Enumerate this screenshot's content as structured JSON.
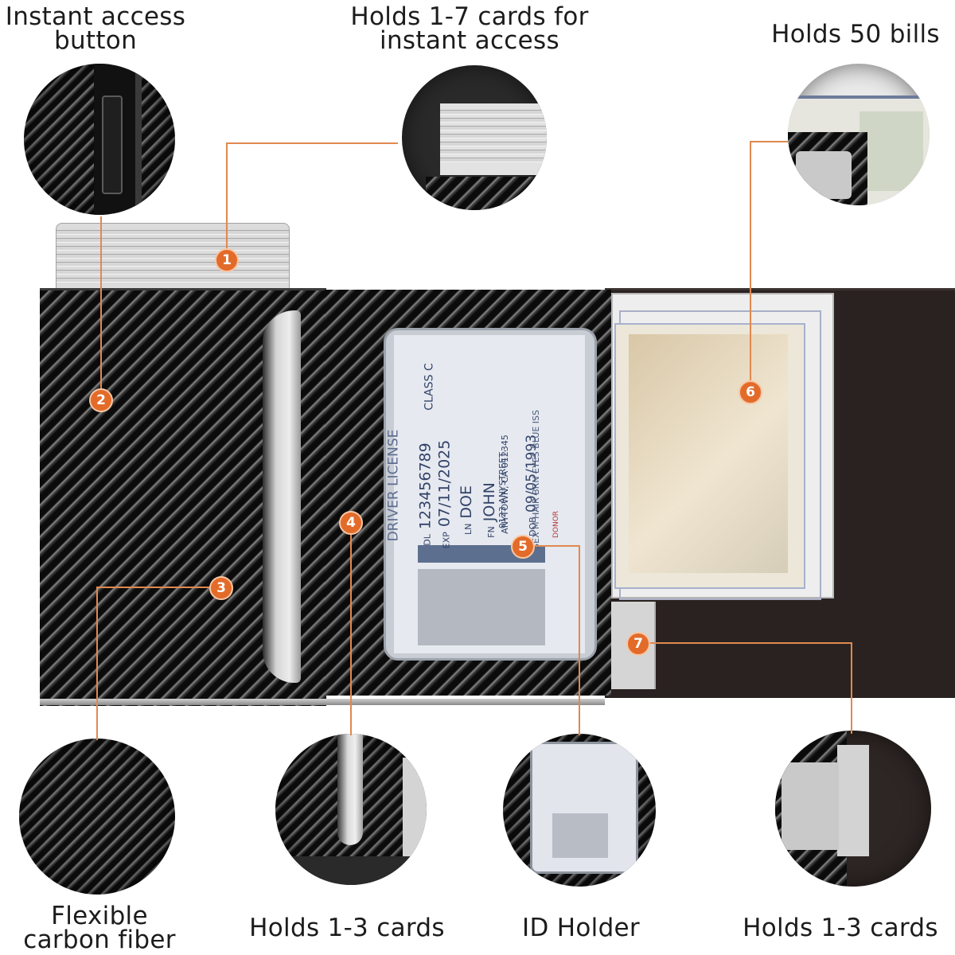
{
  "labels": {
    "instant_access_button": [
      "Instant access",
      "button"
    ],
    "holds_cards_instant": [
      "Holds 1-7 cards for",
      "instant access"
    ],
    "holds_bills": "Holds 50 bills",
    "flexible_carbon": [
      "Flexible",
      "carbon fiber"
    ],
    "holds_1_3_cards_left": "Holds 1-3 cards",
    "id_holder": "ID Holder",
    "holds_1_3_cards_right": "Holds 1-3 cards"
  },
  "markers": [
    "1",
    "2",
    "3",
    "4",
    "5",
    "6",
    "7"
  ],
  "license": {
    "header": "DRIVER LICENSE",
    "class": "CLASS C",
    "dl_label": "DL",
    "dl_number": "123456789",
    "exp_label": "EXP",
    "exp_date": "07/11/2025",
    "ln_label": "LN",
    "last_name": "DOE",
    "fn_label": "FN",
    "first_name": "JOHN",
    "street": "0123 ANYSTREET,",
    "city": "ANYTOWN, CA 012345",
    "dob_label": "DOB",
    "dob": "09/05/1993",
    "donor": "DONOR",
    "sex_hair_eyes": "SEX M   HAIR BRN   EYES BLUE   ISS"
  },
  "colors": {
    "accent": "#e36b2a",
    "connector": "#e0894f",
    "carbon_dark": "#0c0c0c",
    "carbon_light": "#7a7a7a",
    "card_gray": "#d6d6d6",
    "leather": "#2a2220"
  }
}
